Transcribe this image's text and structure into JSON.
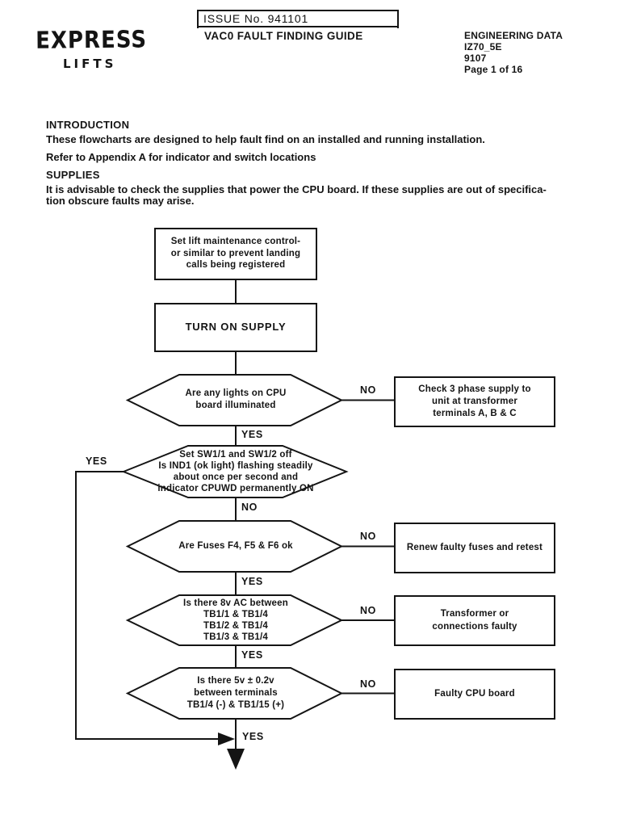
{
  "colors": {
    "ink": "#141414",
    "paper": "#ffffff"
  },
  "header": {
    "logo_line1": "EXPRESS",
    "logo_line2": "LIFTS",
    "issue_label": "ISSUE No. 941101",
    "doc_title": "VAC0 FAULT FINDING GUIDE",
    "engineering_data": "ENGINEERING DATA",
    "doc_ref": "IZ70_5E",
    "doc_number": "9107",
    "page_info": "Page 1 of 16"
  },
  "intro": {
    "heading1": "INTRODUCTION",
    "para1": "These flowcharts are designed to help fault find on an installed and running installation.",
    "para2": "Refer to Appendix A for indicator and switch locations",
    "heading2": "SUPPLIES",
    "para3": "It is advisable to check the supplies that power the CPU board. If these supplies are out of specifica-\ntion obscure faults may arise."
  },
  "flowchart": {
    "process1": {
      "text": "Set lift maintenance control-\nor similar to prevent landing\ncalls being registered"
    },
    "process2": {
      "text": "TURN ON SUPPLY"
    },
    "decisions": [
      {
        "text": "Are any lights on CPU\nboard illuminated",
        "yes": "YES",
        "no": "NO",
        "action": "Check 3 phase supply to\nunit at transformer\nterminals A, B & C"
      },
      {
        "text": "Set SW1/1 and SW1/2 off\nIs IND1 (ok light) flashing steadily\nabout once per second and\nindicator CPUWD permanently ON",
        "yes": "YES",
        "no": "NO"
      },
      {
        "text": "Are Fuses F4, F5 & F6 ok",
        "yes": "YES",
        "no": "NO",
        "action": "Renew faulty fuses and retest"
      },
      {
        "text": "Is there 8v AC between\nTB1/1 & TB1/4\nTB1/2 & TB1/4\nTB1/3 & TB1/4",
        "yes": "YES",
        "no": "NO",
        "action": "Transformer or\nconnections faulty"
      },
      {
        "text": "Is there 5v ± 0.2v\nbetween terminals\nTB1/4 (-) & TB1/15 (+)",
        "yes": "YES",
        "no": "NO",
        "action": "Faulty CPU board"
      }
    ],
    "exit_label": "YES"
  }
}
